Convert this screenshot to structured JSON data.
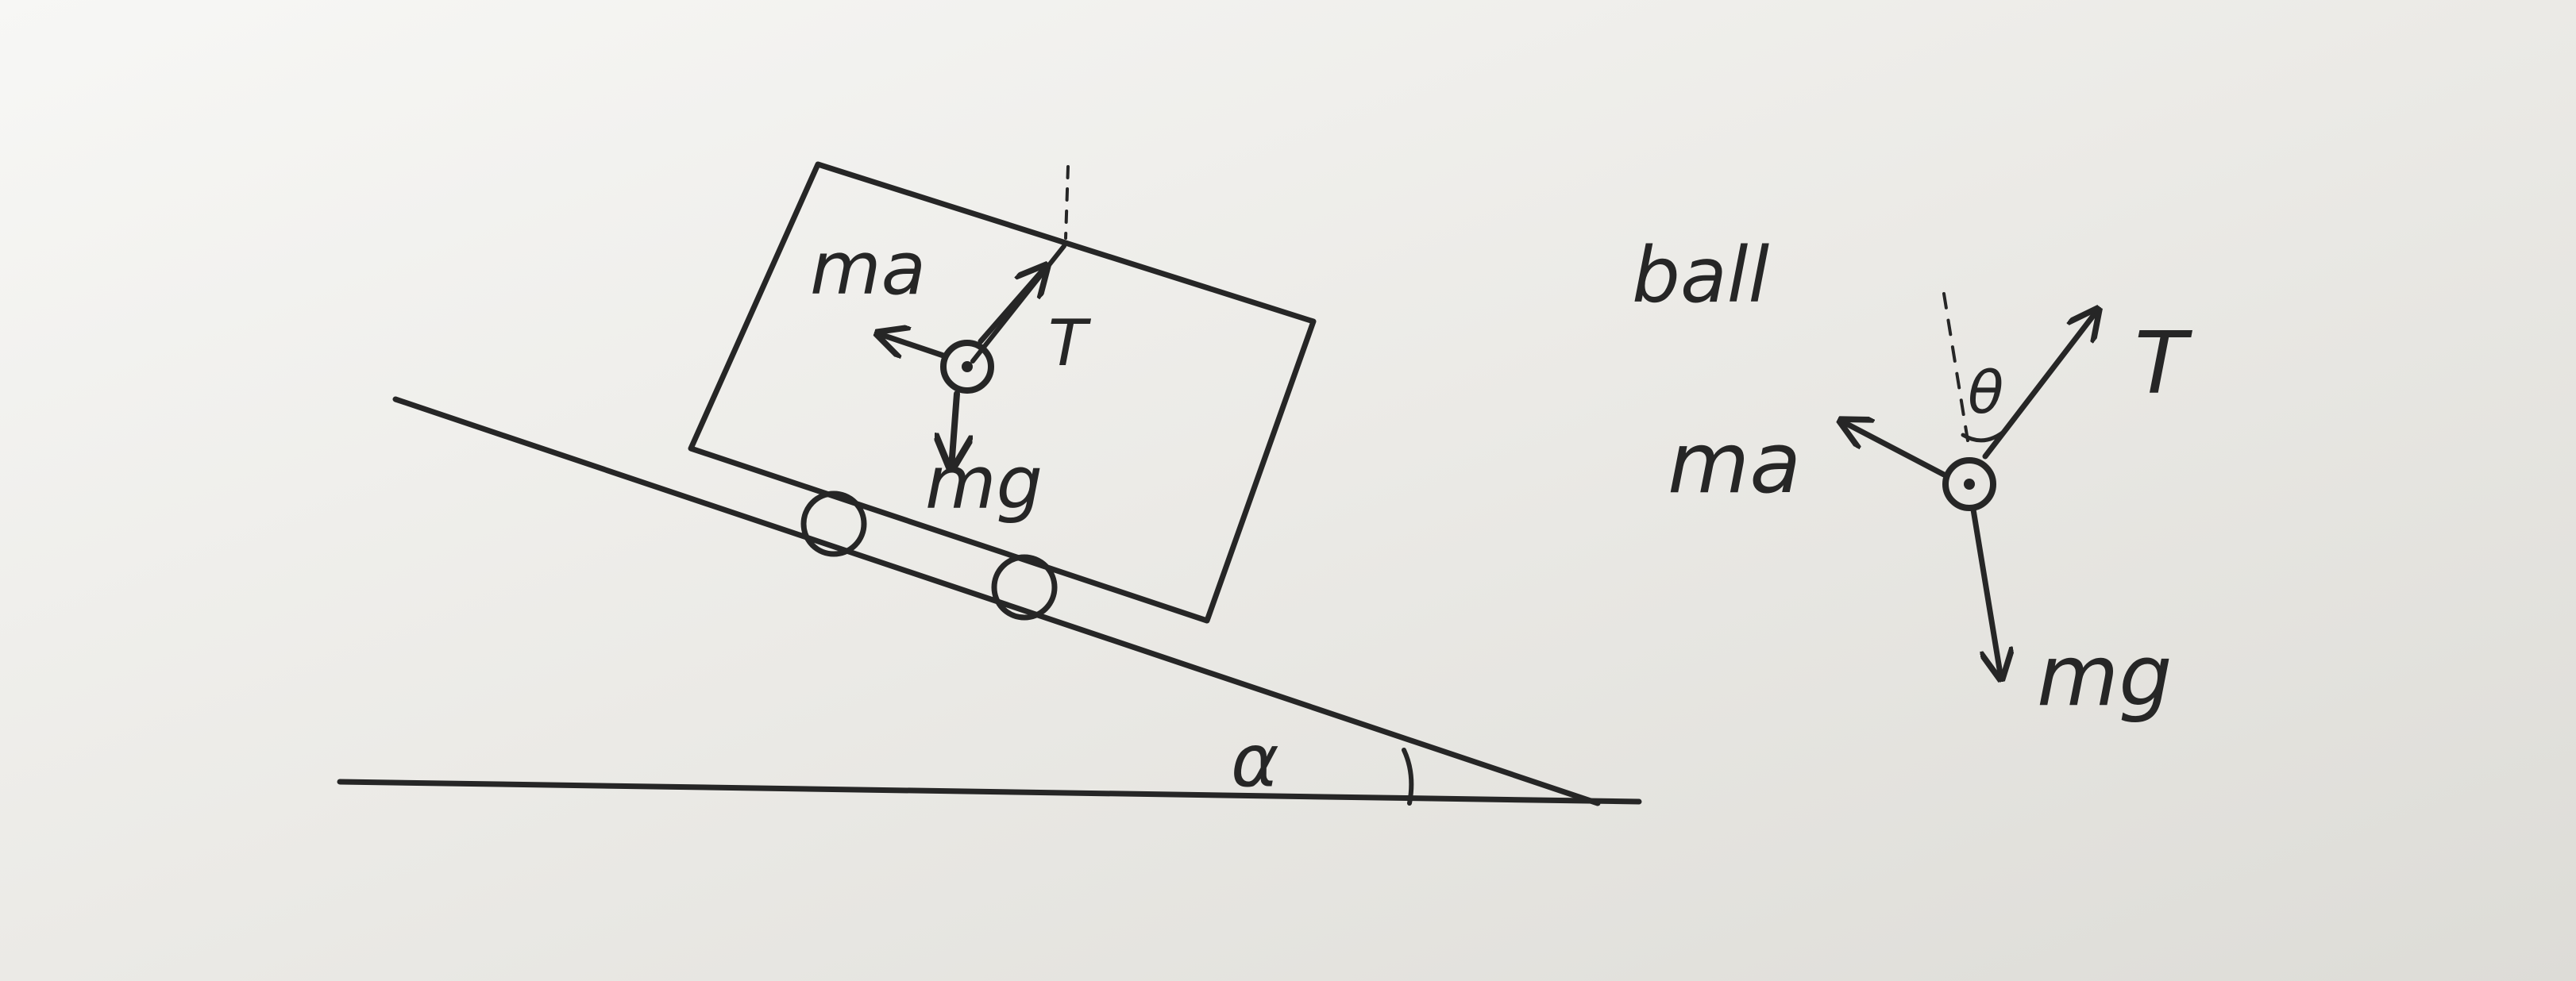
{
  "cart_diagram": {
    "label_ma": "ma",
    "label_T": "T",
    "label_mg": "mg",
    "label_alpha": "α"
  },
  "ball_diagram": {
    "label_ball": "ball",
    "label_ma": "ma",
    "label_T": "T",
    "label_theta": "θ",
    "label_mg": "mg"
  },
  "colors": {
    "ink": "#262626",
    "paper": "#e9e8e4"
  }
}
